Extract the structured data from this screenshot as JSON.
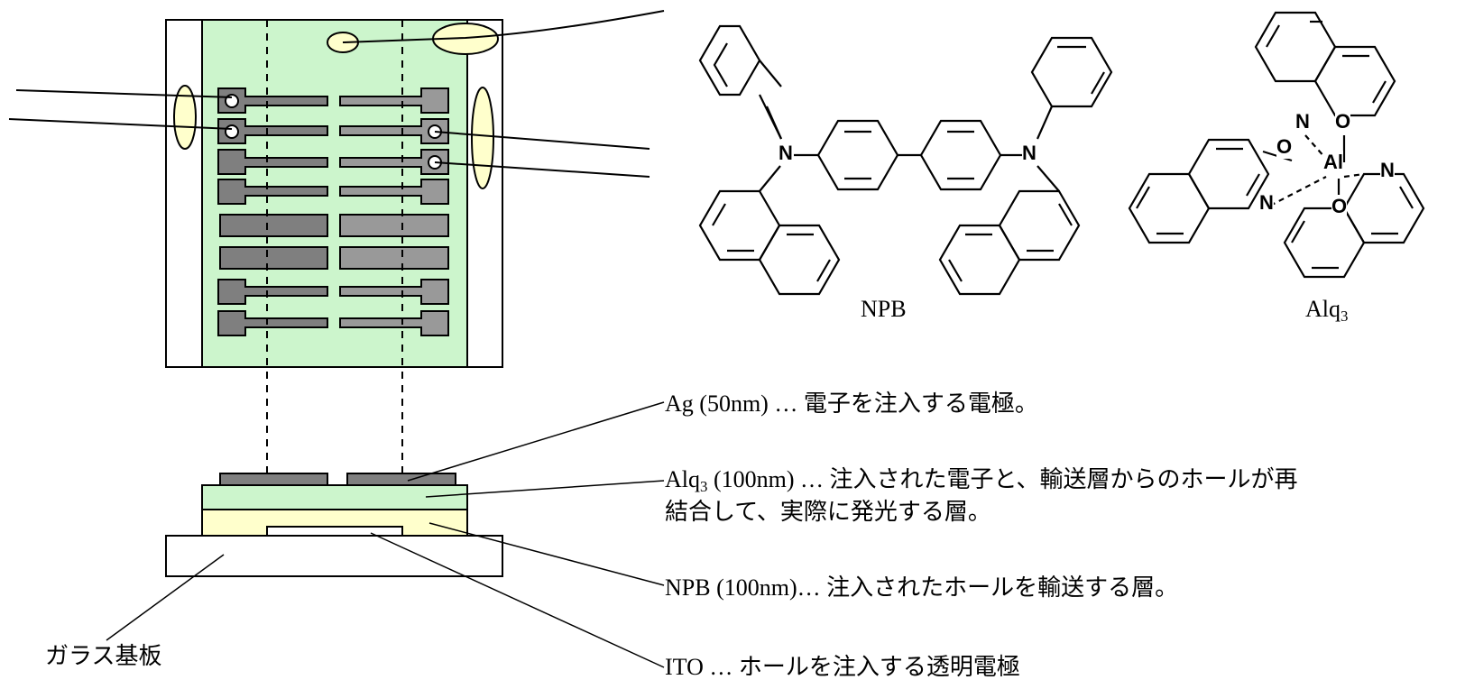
{
  "colors": {
    "substrate_green": "#ccf5cc",
    "npb_layer": "#ffffcc",
    "electrode_gray": "#7f7f7f",
    "electrode_light": "#999999",
    "clip_fill": "#ffffcc",
    "line": "#000000"
  },
  "molecules": {
    "npb": {
      "name": "NPB",
      "n_label": "N"
    },
    "alq3": {
      "name_base": "Alq",
      "name_sub": "3",
      "al_label": "Al",
      "o_label": "O",
      "n_label": "N"
    }
  },
  "layers": [
    {
      "id": "ag",
      "name": "Ag",
      "thickness": "(50nm)",
      "sep": "…",
      "desc": "電子を注入する電極。"
    },
    {
      "id": "alq3",
      "name_base": "Alq",
      "name_sub": "3",
      "thickness": "(100nm)",
      "sep": "…",
      "desc_line1": "注入された電子と、輸送層からのホールが再",
      "desc_line2": "結合して、実際に発光する層。"
    },
    {
      "id": "npb",
      "name": "NPB",
      "thickness": "(100nm)…",
      "desc": "注入されたホールを輸送する層。"
    },
    {
      "id": "ito",
      "name": "ITO",
      "sep": "…",
      "desc": "ホールを注入する透明電極"
    }
  ],
  "substrate_label": "ガラス基板"
}
